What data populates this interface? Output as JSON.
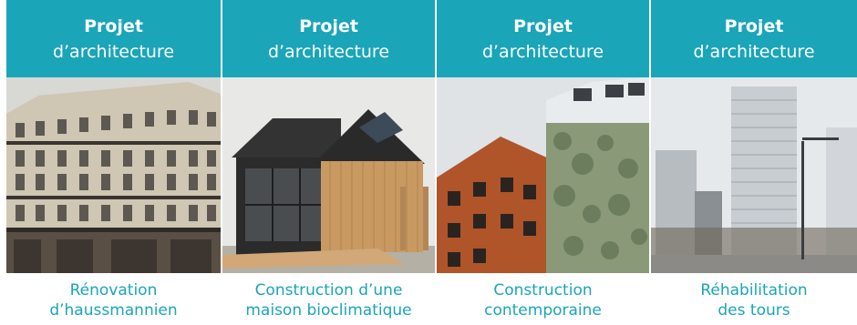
{
  "colors": {
    "accent": "#1aa5b8",
    "header_text": "#ffffff"
  },
  "cards": [
    {
      "header": {
        "line1": "Projet",
        "line2": "d’architecture"
      },
      "caption": {
        "line1": "Rénovation",
        "line2": "d’haussmannien"
      },
      "image": "haussmann-building-photo"
    },
    {
      "header": {
        "line1": "Projet",
        "line2": "d’architecture"
      },
      "caption": {
        "line1": "Construction d’une",
        "line2": "maison bioclimatique"
      },
      "image": "wooden-bioclimatic-house-photo"
    },
    {
      "header": {
        "line1": "Projet",
        "line2": "d’architecture"
      },
      "caption": {
        "line1": "Construction",
        "line2": "contemporaine"
      },
      "image": "contemporary-building-photo"
    },
    {
      "header": {
        "line1": "Projet",
        "line2": "d’architecture"
      },
      "caption": {
        "line1": "Réhabilitation",
        "line2": "des tours"
      },
      "image": "tower-blocks-photo"
    }
  ]
}
